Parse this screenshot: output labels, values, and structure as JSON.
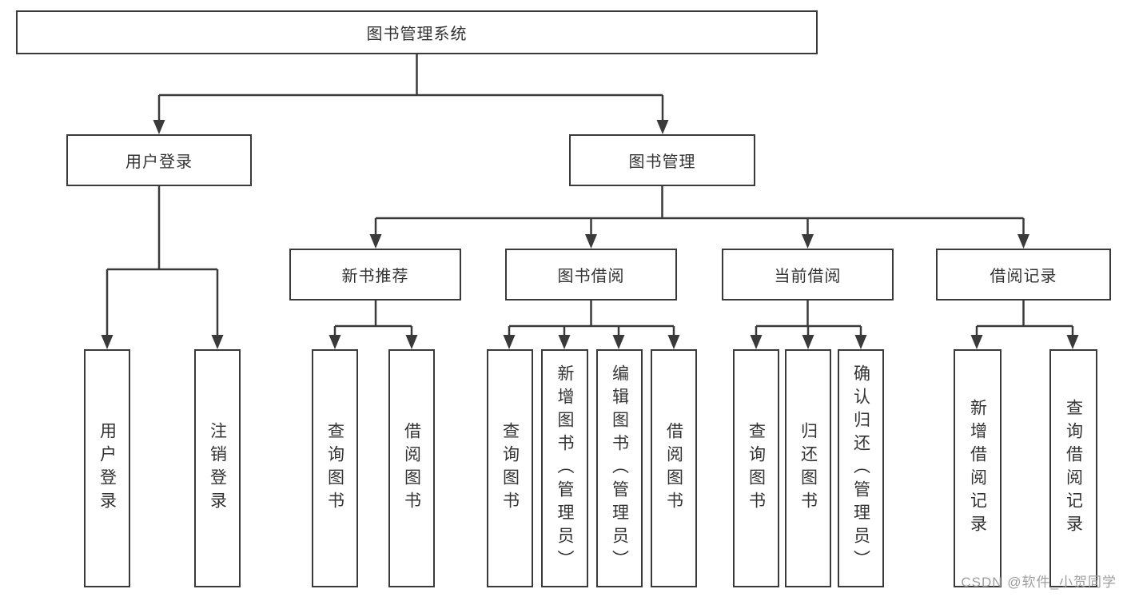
{
  "diagram": {
    "root": {
      "label": "图书管理系统"
    },
    "user_login": {
      "label": "用户登录",
      "children": [
        {
          "label": "用户登录"
        },
        {
          "label": "注销登录"
        }
      ]
    },
    "book_management": {
      "label": "图书管理",
      "children": [
        {
          "label": "新书推荐",
          "children": [
            {
              "label": "查询图书"
            },
            {
              "label": "借阅图书"
            }
          ]
        },
        {
          "label": "图书借阅",
          "children": [
            {
              "label": "查询图书"
            },
            {
              "label": "新增图书（管理员）"
            },
            {
              "label": "编辑图书（管理员）"
            },
            {
              "label": "借阅图书"
            }
          ]
        },
        {
          "label": "当前借阅",
          "children": [
            {
              "label": "查询图书"
            },
            {
              "label": "归还图书"
            },
            {
              "label": "确认归还（管理员）"
            }
          ]
        },
        {
          "label": "借阅记录",
          "children": [
            {
              "label": "新增借阅记录"
            },
            {
              "label": "查询借阅记录"
            }
          ]
        }
      ]
    }
  },
  "watermark": {
    "text": "CSDN @软件_小贺同学"
  },
  "colors": {
    "line": "#3a3a3a",
    "text": "#333333",
    "watermark": "#9e9e9e",
    "background": "#ffffff"
  }
}
